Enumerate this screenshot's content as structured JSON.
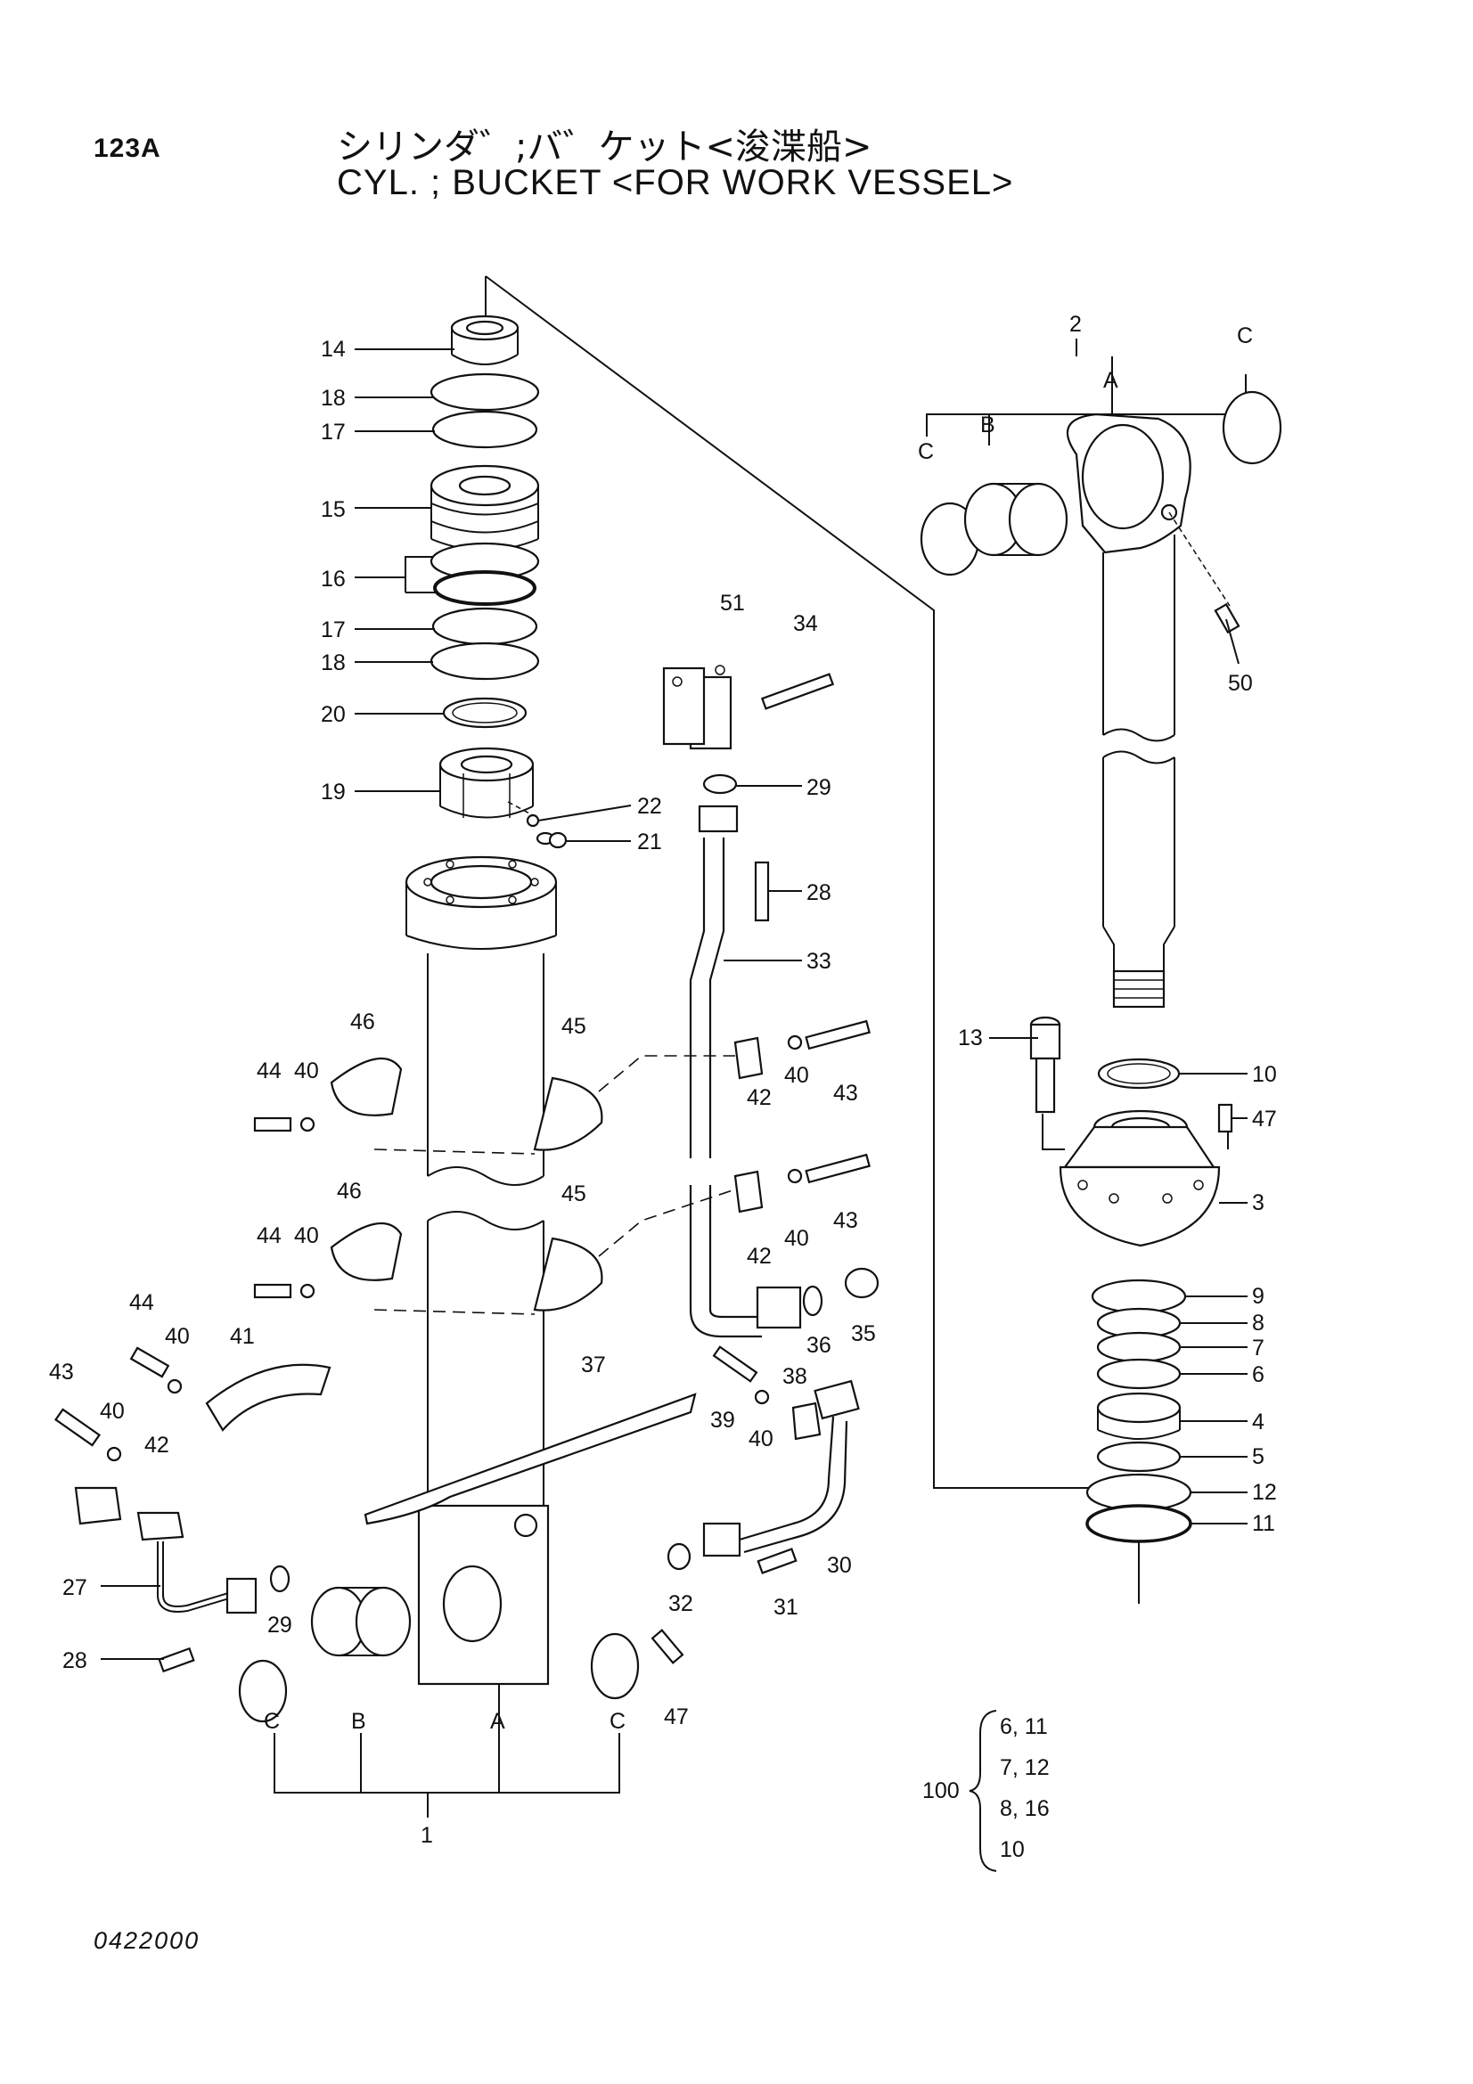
{
  "header": {
    "page_code": "123A",
    "title_jp": "シリンダ゛;バ゛ケット<浚渫船>",
    "title_en": "CYL. ; BUCKET <FOR WORK VESSEL>"
  },
  "footer": {
    "doc_number": "0422000"
  },
  "part_labels": {
    "p1": "1",
    "p2": "2",
    "p3": "3",
    "p4": "4",
    "p5": "5",
    "p6": "6",
    "p7": "7",
    "p8": "8",
    "p9": "9",
    "p10": "10",
    "p11": "11",
    "p12": "12",
    "p13": "13",
    "p14": "14",
    "p15": "15",
    "p16": "16",
    "p17": "17",
    "p18": "18",
    "p19": "19",
    "p20": "20",
    "p21": "21",
    "p22": "22",
    "p27": "27",
    "p28": "28",
    "p29": "29",
    "p30": "30",
    "p31": "31",
    "p32": "32",
    "p33": "33",
    "p34": "34",
    "p35": "35",
    "p36": "36",
    "p37": "37",
    "p38": "38",
    "p39": "39",
    "p40": "40",
    "p41": "41",
    "p42": "42",
    "p43": "43",
    "p44": "44",
    "p45": "45",
    "p46": "46",
    "p47": "47",
    "p50": "50",
    "p51": "51",
    "A": "A",
    "B": "B",
    "C": "C"
  },
  "kit": {
    "label": "100",
    "rows": [
      "6, 11",
      "7, 12",
      "8, 16",
      "10"
    ]
  }
}
